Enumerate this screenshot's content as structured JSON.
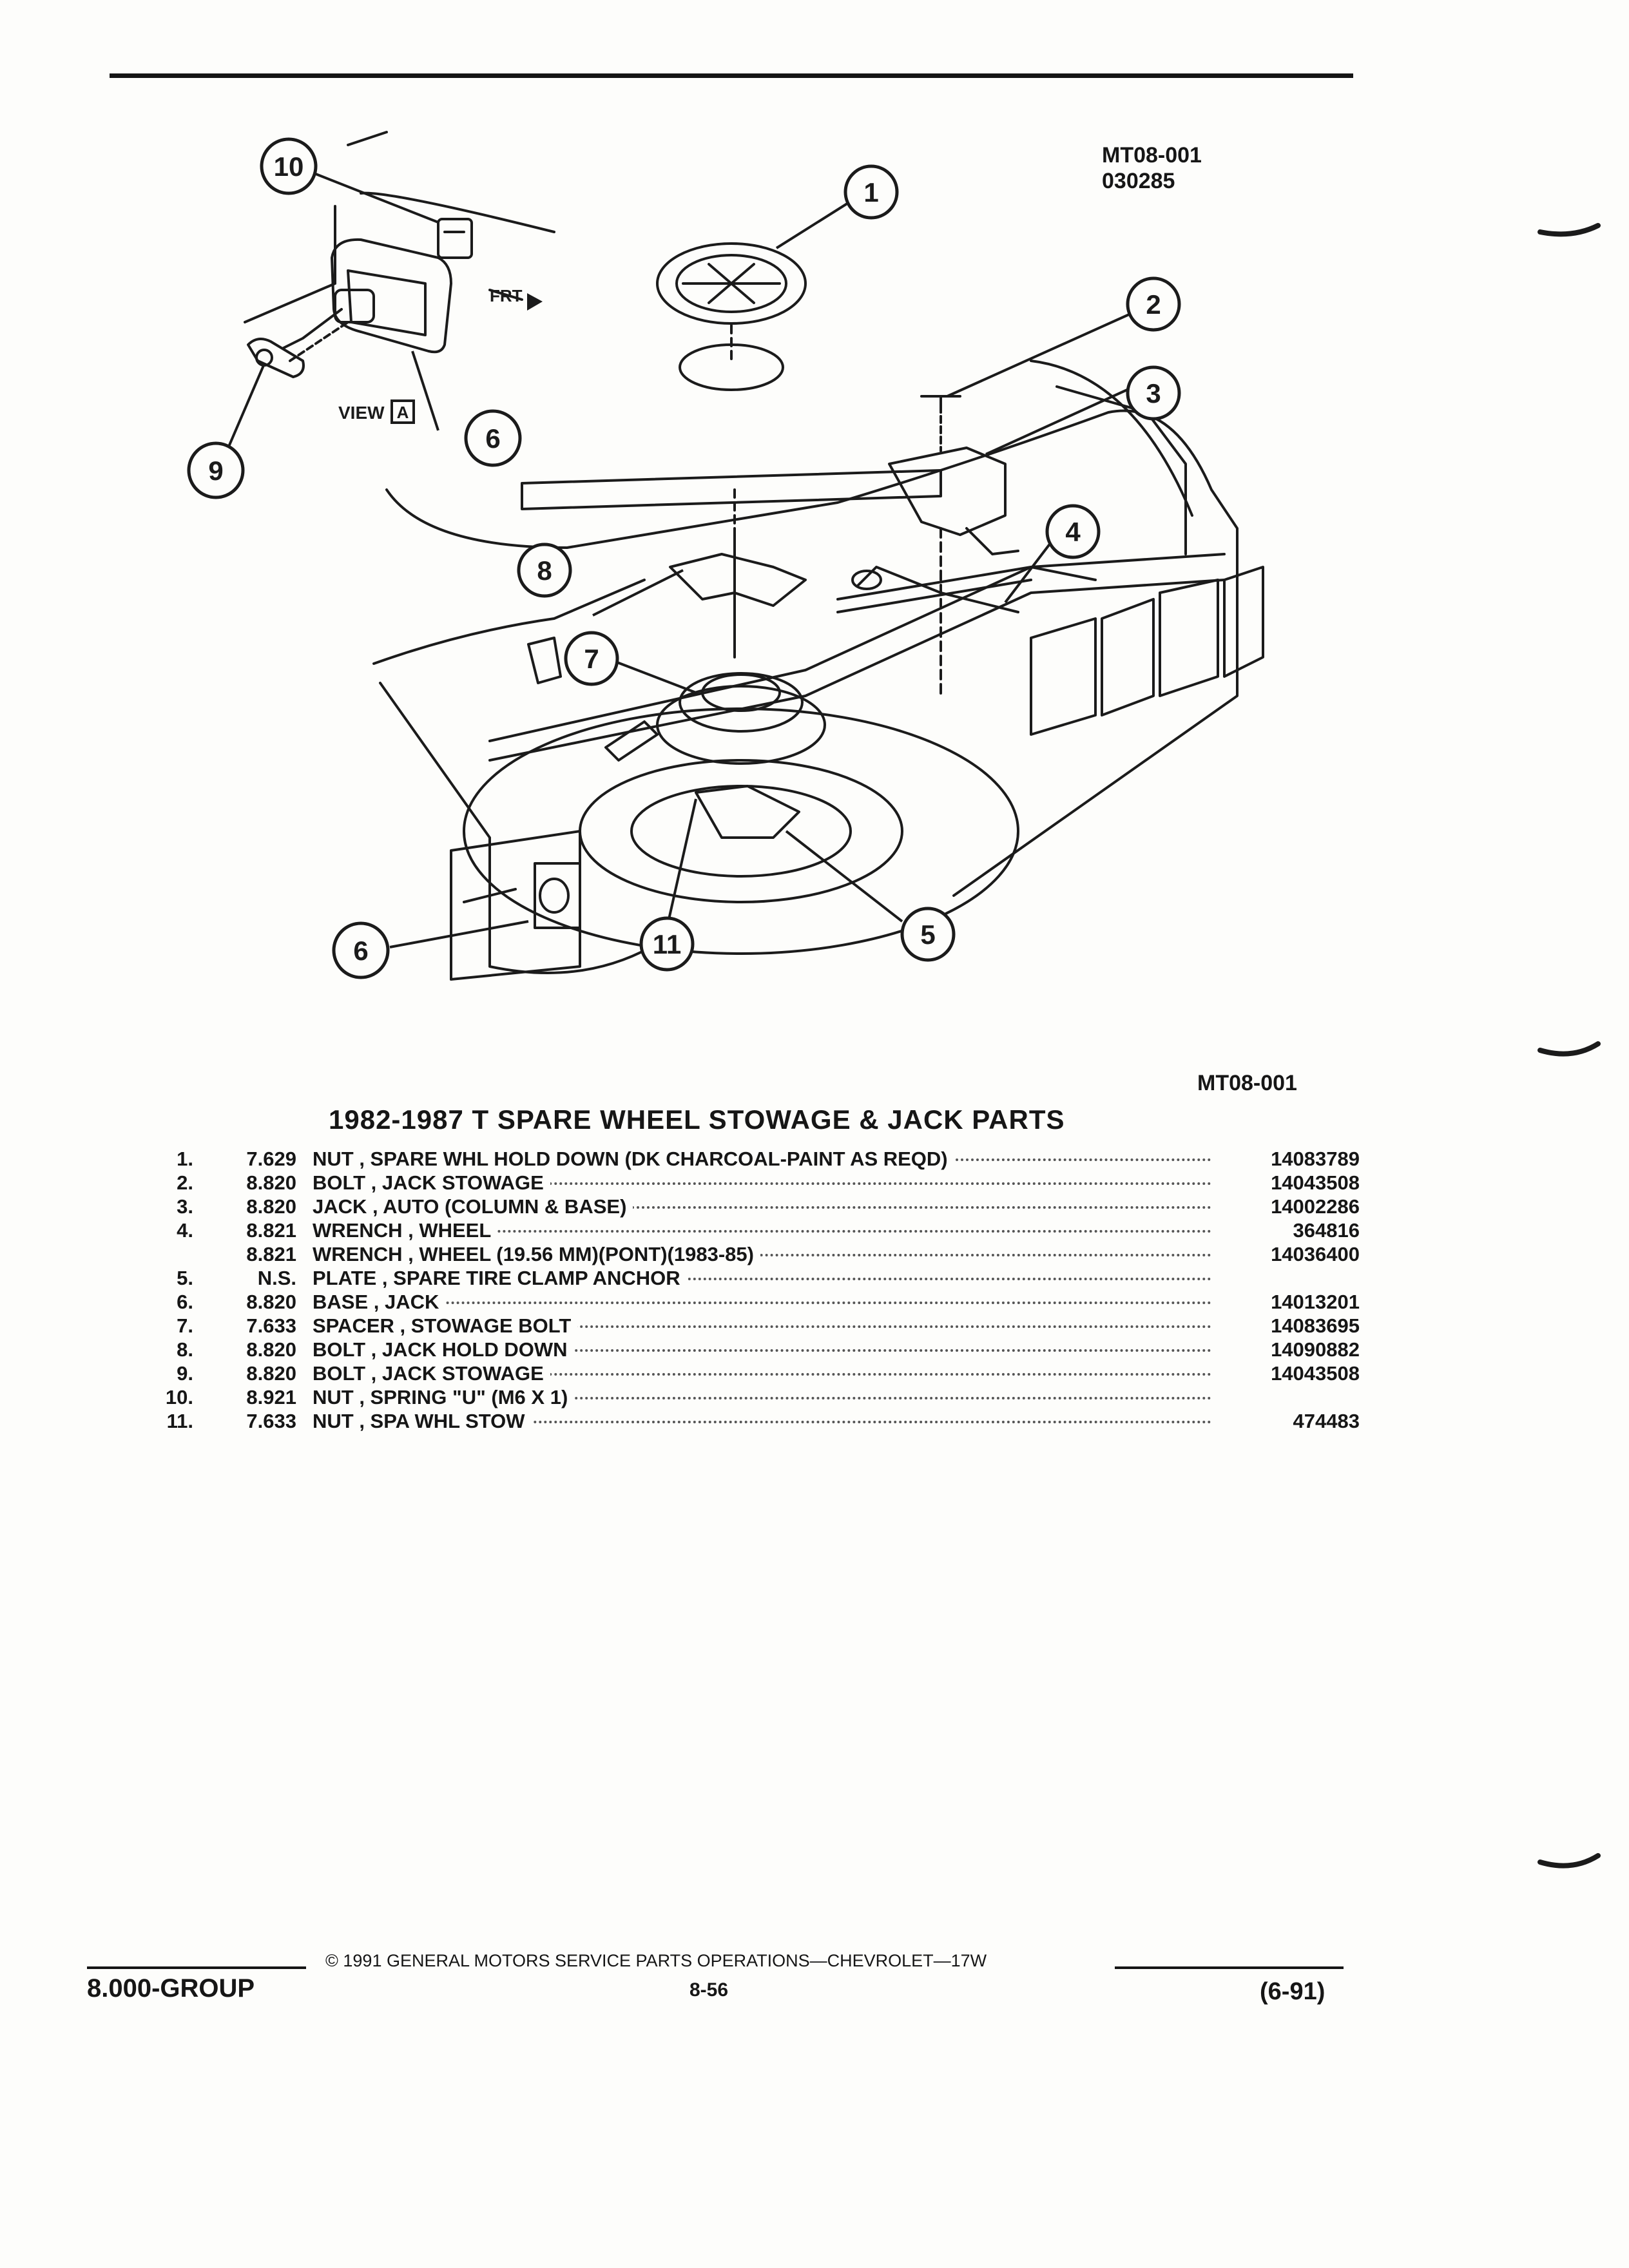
{
  "diagram": {
    "code": "MT08-001",
    "code_date": "030285",
    "frt_label": "FRT",
    "view_label": "VIEW",
    "view_box_letter": "A",
    "callouts": [
      "1",
      "2",
      "3",
      "4",
      "5",
      "6",
      "7",
      "8",
      "9",
      "10",
      "11",
      "6"
    ]
  },
  "figure_ref": "MT08-001",
  "title": "1982-1987 T SPARE WHEEL STOWAGE & JACK PARTS",
  "parts": [
    {
      "num": "1.",
      "group": "7.629",
      "desc": "NUT , SPARE WHL HOLD DOWN (DK CHARCOAL-PAINT AS REQD)",
      "pn": "14083789"
    },
    {
      "num": "2.",
      "group": "8.820",
      "desc": "BOLT , JACK STOWAGE",
      "pn": "14043508"
    },
    {
      "num": "3.",
      "group": "8.820",
      "desc": "JACK , AUTO (COLUMN & BASE)",
      "pn": "14002286"
    },
    {
      "num": "4.",
      "group": "8.821",
      "desc": "WRENCH , WHEEL",
      "pn": "364816"
    },
    {
      "num": "",
      "group": "8.821",
      "desc": "WRENCH , WHEEL (19.56 MM)(PONT)(1983-85)",
      "pn": "14036400"
    },
    {
      "num": "5.",
      "group": "N.S.",
      "desc": "PLATE , SPARE TIRE CLAMP ANCHOR",
      "pn": ""
    },
    {
      "num": "6.",
      "group": "8.820",
      "desc": "BASE , JACK",
      "pn": "14013201"
    },
    {
      "num": "7.",
      "group": "7.633",
      "desc": "SPACER , STOWAGE BOLT",
      "pn": "14083695"
    },
    {
      "num": "8.",
      "group": "8.820",
      "desc": "BOLT , JACK HOLD DOWN",
      "pn": "14090882"
    },
    {
      "num": "9.",
      "group": "8.820",
      "desc": "BOLT , JACK STOWAGE",
      "pn": "14043508"
    },
    {
      "num": "10.",
      "group": "8.921",
      "desc": "NUT , SPRING \"U\" (M6 X 1)",
      "pn": ""
    },
    {
      "num": "11.",
      "group": "7.633",
      "desc": "NUT , SPA WHL STOW",
      "pn": "474483"
    }
  ],
  "footer": {
    "group": "8.000-GROUP",
    "copyright": "© 1991 GENERAL MOTORS SERVICE PARTS OPERATIONS—CHEVROLET—17W",
    "page": "8-56",
    "date": "(6-91)"
  }
}
